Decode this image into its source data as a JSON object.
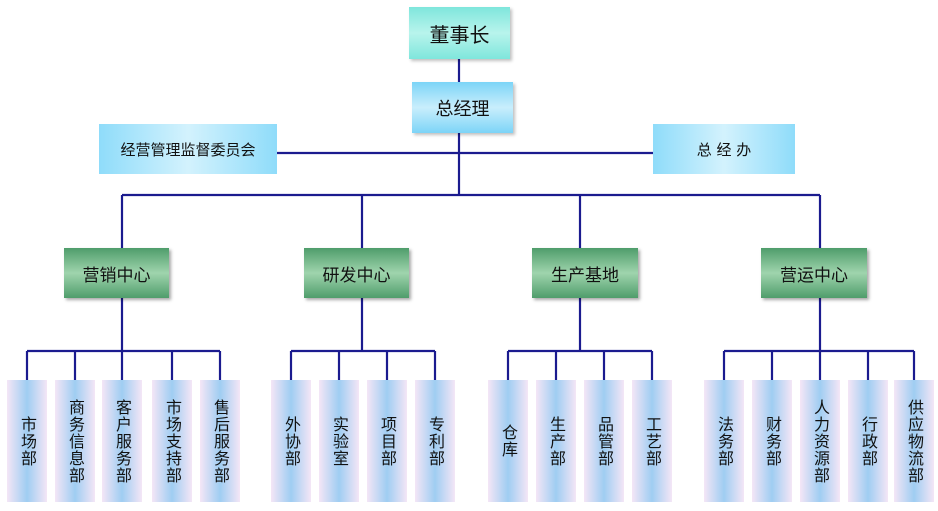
{
  "top": {
    "chairman": "董事长",
    "gm": "总经理",
    "committee": "经营管理监督委员会",
    "gm_office": "总 经 办"
  },
  "centers": [
    {
      "label": "营销中心",
      "departments": [
        "市场部",
        "商务信息部",
        "客户服务部",
        "市场支持部",
        "售后服务部"
      ]
    },
    {
      "label": "研发中心",
      "departments": [
        "外协部",
        "实验室",
        "项目部",
        "专利部"
      ]
    },
    {
      "label": "生产基地",
      "departments": [
        "仓库",
        "生产部",
        "品管部",
        "工艺部"
      ]
    },
    {
      "label": "营运中心",
      "departments": [
        "法务部",
        "财务部",
        "人力资源部",
        "行政部",
        "供应物流部"
      ]
    }
  ]
}
